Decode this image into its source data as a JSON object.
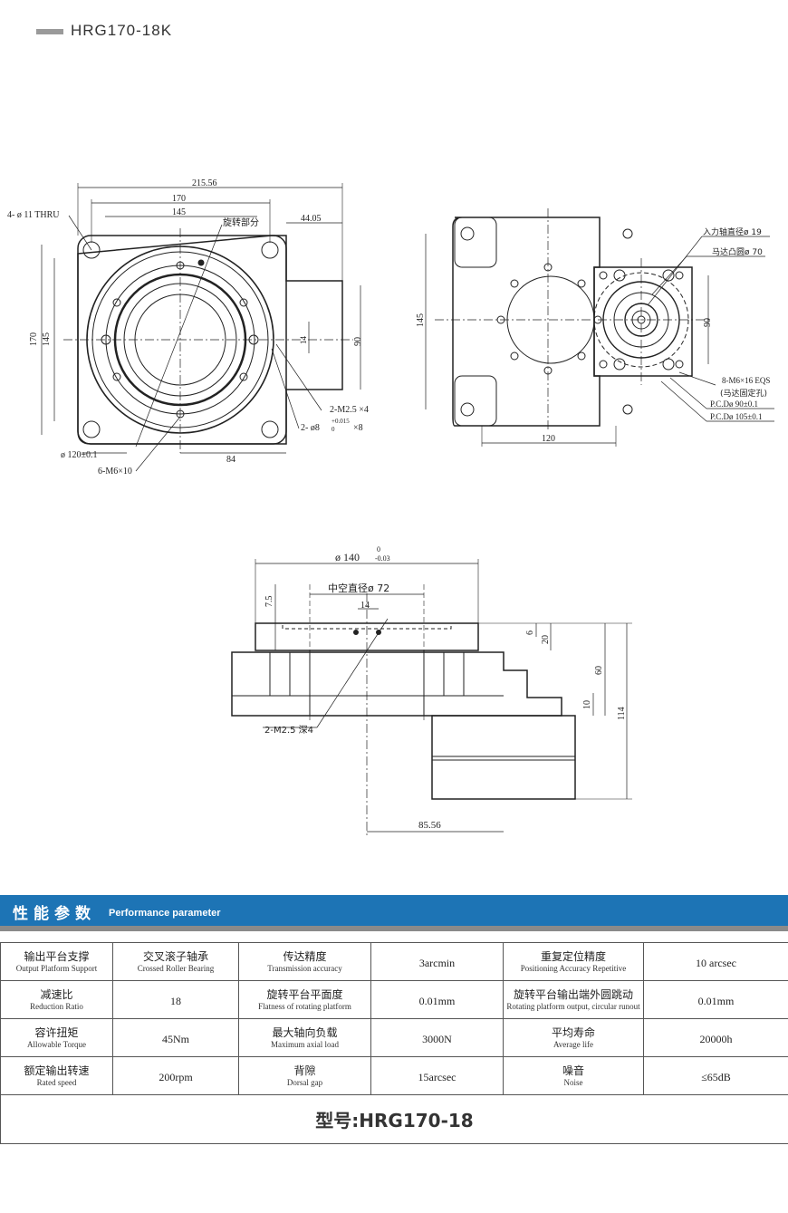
{
  "header": {
    "title": "HRG170-18K"
  },
  "drawing_front": {
    "dims": [
      "215.56",
      "170",
      "145",
      "44.05",
      "170",
      "145",
      "90",
      "14",
      "84"
    ],
    "callouts": {
      "holes": "4- ø 11 THRU",
      "rotating": "旋转部分",
      "m25": "2-M2.5 ×4",
      "pin": "2- ø8",
      "pin_tol_up": "+0.015",
      "pin_tol_dn": "0",
      "pin_count": "×8",
      "dia120": "ø 120±0.1",
      "m6": "6-M6×10"
    }
  },
  "drawing_side": {
    "dims": [
      "145",
      "90",
      "120"
    ],
    "callouts": {
      "input_shaft": "入力轴直径ø 19",
      "motor_boss": "马达凸圆ø 70",
      "bolts": "8-M6×16 EQS",
      "bolts_note": "(马达固定孔)",
      "pcd90": "P.C.Dø 90±0.1",
      "pcd105": "P.C.Dø 105±0.1"
    }
  },
  "drawing_section": {
    "dia140": "ø 140",
    "tol_up": "0",
    "tol_dn": "-0.03",
    "hollow": "中空直径ø 72",
    "dims": [
      "7.5",
      "14",
      "6",
      "20",
      "60",
      "10",
      "114",
      "85.56"
    ],
    "m25": "2-M2.5 深4"
  },
  "performance": {
    "title_cn": "性能参数",
    "title_en": "Performance parameter",
    "rows": [
      [
        {
          "cn": "输出平台支撑",
          "en": "Output Platform Support"
        },
        {
          "cn": "交叉滚子轴承",
          "en": "Crossed Roller Bearing"
        },
        {
          "cn": "传达精度",
          "en": "Transmission accuracy"
        },
        {
          "val": "3arcmin"
        },
        {
          "cn": "重复定位精度",
          "en": "Positioning Accuracy  Repetitive"
        },
        {
          "val": "10 arcsec"
        }
      ],
      [
        {
          "cn": "减速比",
          "en": "Reduction Ratio"
        },
        {
          "val": "18"
        },
        {
          "cn": "旋转平台平面度",
          "en": "Flatness of rotating platform"
        },
        {
          "val": "0.01mm"
        },
        {
          "cn": "旋转平台输出端外圆跳动",
          "en": "Rotating platform output, circular runout"
        },
        {
          "val": "0.01mm"
        }
      ],
      [
        {
          "cn": "容许扭矩",
          "en": "Allowable Torque"
        },
        {
          "val": "45Nm"
        },
        {
          "cn": "最大轴向负载",
          "en": "Maximum axial load"
        },
        {
          "val": "3000N"
        },
        {
          "cn": "平均寿命",
          "en": "Average life"
        },
        {
          "val": "20000h"
        }
      ],
      [
        {
          "cn": "额定输出转速",
          "en": "Rated speed"
        },
        {
          "val": "200rpm"
        },
        {
          "cn": "背隙",
          "en": "Dorsal gap"
        },
        {
          "val": "15arcsec"
        },
        {
          "cn": "噪音",
          "en": "Noise"
        },
        {
          "val": "≤65dB"
        }
      ]
    ],
    "model": "型号:HRG170-18"
  }
}
